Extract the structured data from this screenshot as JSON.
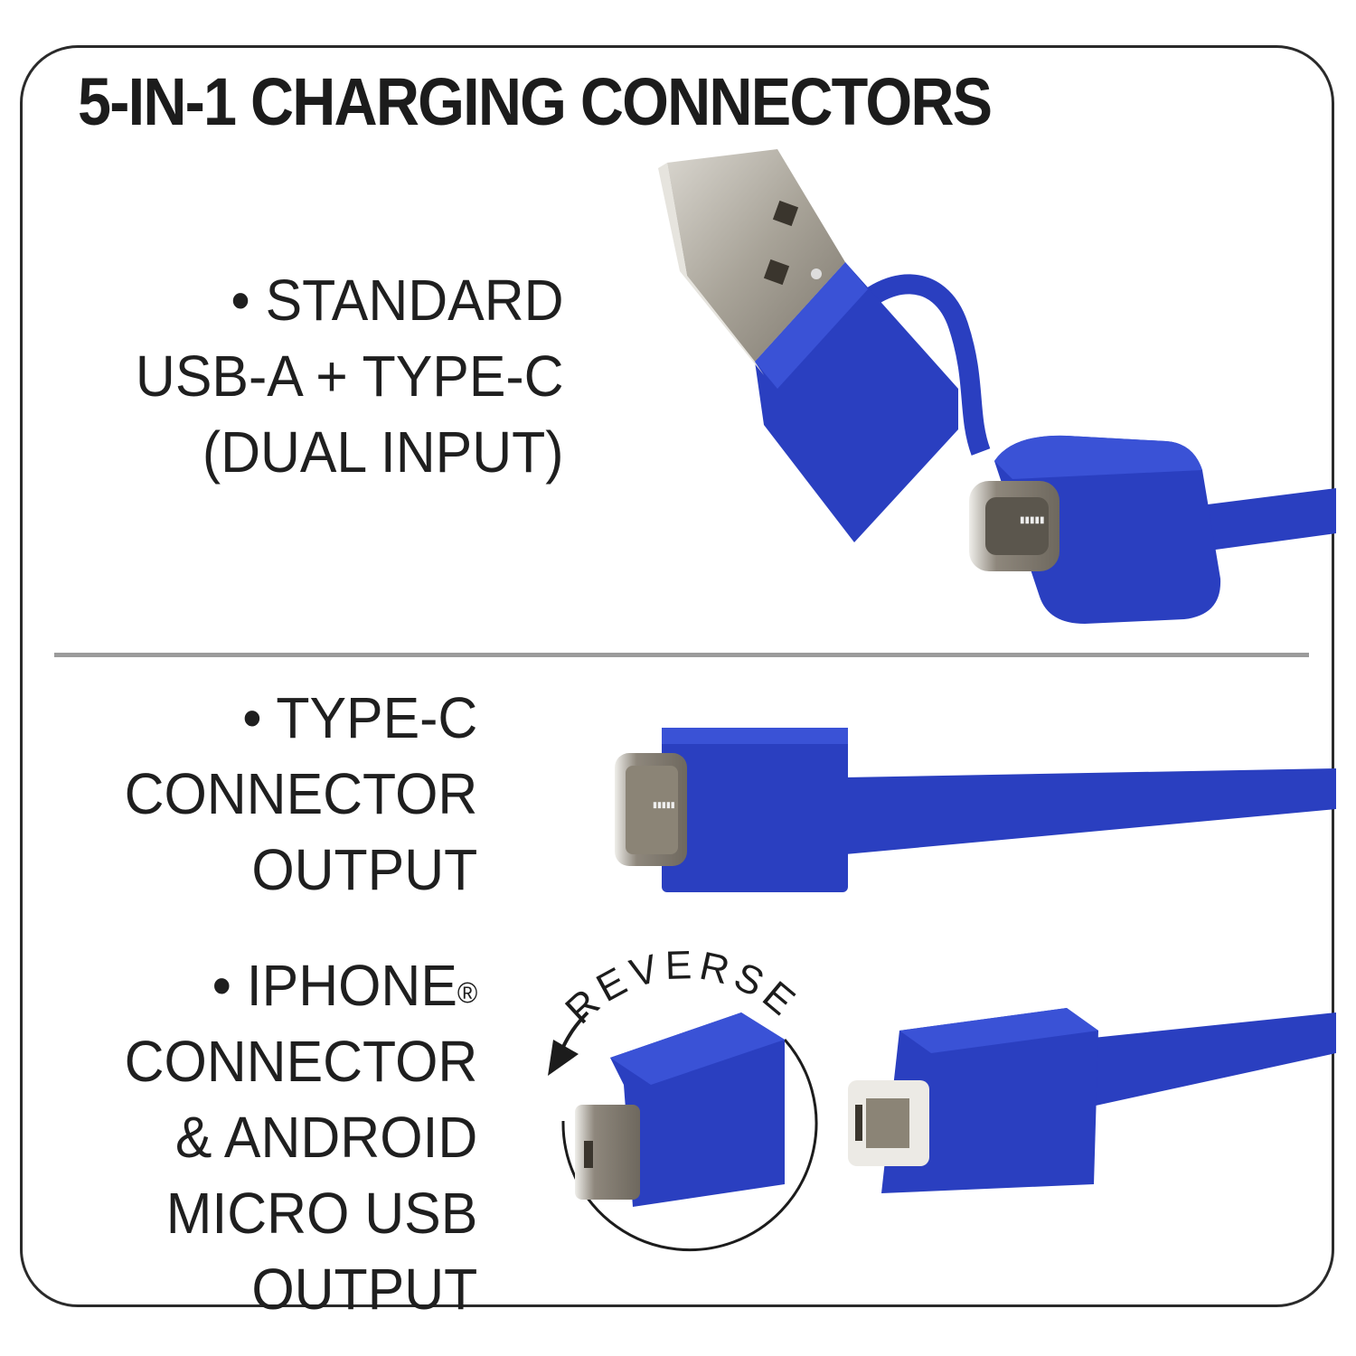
{
  "title": "5-IN-1 CHARGING CONNECTORS",
  "features": [
    {
      "bullet": "•",
      "lines": [
        "STANDARD",
        "USB-A + TYPE-C",
        "(DUAL INPUT)"
      ],
      "image": "usb-a-and-type-c-dual-connector"
    },
    {
      "bullet": "•",
      "lines": [
        "TYPE-C",
        "CONNECTOR",
        "OUTPUT"
      ],
      "image": "type-c-connector"
    },
    {
      "bullet": "•",
      "lines": [
        "IPHONE",
        "CONNECTOR",
        "& ANDROID",
        "MICRO USB",
        "OUTPUT"
      ],
      "registered_mark": "®",
      "image": "lightning-and-micro-usb-connector"
    }
  ],
  "reverse_badge": {
    "label": "REVERSE",
    "icon": "rotate-arrow-icon"
  },
  "colors": {
    "cable_blue": "#2a3fc0",
    "cable_blue_dark": "#1f2e9e",
    "metal": "#b7b2a8",
    "frame": "#2a2a2a",
    "divider": "#9b9b9b",
    "text": "#1f1f1f"
  }
}
